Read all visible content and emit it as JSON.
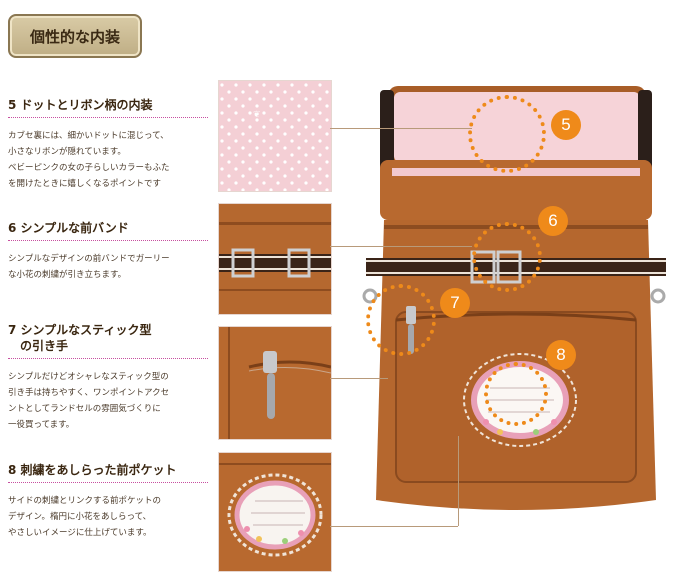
{
  "heading": "個性的な内装",
  "features": [
    {
      "title": "5 ドットとリボン柄の内装",
      "body": "カブセ裏には、細かいドットに混じって、\n小さなリボンが隠れています。\nベビーピンクの女の子らしいカラーもふた\nを開けたときに嬉しくなるポイントです"
    },
    {
      "title": "6 シンプルな前バンド",
      "body": "シンプルなデザインの前バンドでガーリー\nな小花の刺繍が引き立ちます。"
    },
    {
      "title": "7 シンプルなスティック型\n　の引き手",
      "body": "シンプルだけどオシャレなスティック型の\n引き手は持ちやすく、ワンポイントアクセ\nントとしてランドセルの雰囲気づくりに\n一役買ってます。"
    },
    {
      "title": "8 刺繍をあしらった前ポケット",
      "body": "サイドの刺繍とリンクする前ポケットの\nデザイン。楕円に小花をあしらって、\nやさしいイメージに仕上げています。"
    }
  ],
  "callouts": [
    "5",
    "6",
    "7",
    "8"
  ],
  "colors": {
    "accent": "#ef8a1a",
    "leather": "#b0632a",
    "lining": "#f6d3d8",
    "underline": "#c74fa0"
  }
}
